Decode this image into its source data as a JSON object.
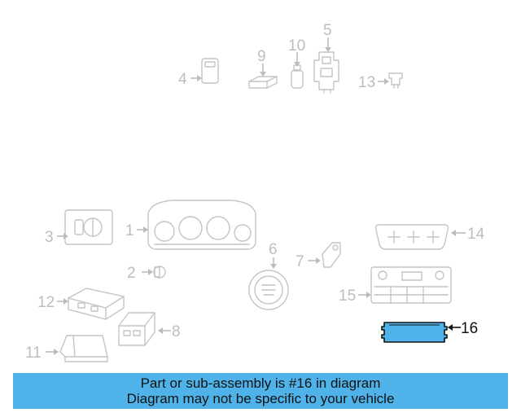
{
  "highlight_color": "#4fb3e9",
  "highlighted_part": "16",
  "callouts": [
    {
      "id": "p1",
      "label": "1"
    },
    {
      "id": "p2",
      "label": "2"
    },
    {
      "id": "p3",
      "label": "3"
    },
    {
      "id": "p4",
      "label": "4"
    },
    {
      "id": "p5",
      "label": "5"
    },
    {
      "id": "p6",
      "label": "6"
    },
    {
      "id": "p7",
      "label": "7"
    },
    {
      "id": "p8",
      "label": "8"
    },
    {
      "id": "p9",
      "label": "9"
    },
    {
      "id": "p10",
      "label": "10"
    },
    {
      "id": "p11",
      "label": "11"
    },
    {
      "id": "p12",
      "label": "12"
    },
    {
      "id": "p13",
      "label": "13"
    },
    {
      "id": "p14",
      "label": "14"
    },
    {
      "id": "p15",
      "label": "15"
    },
    {
      "id": "p16",
      "label": "16"
    }
  ],
  "banner": {
    "line1": "Part or sub-assembly is #16 in diagram",
    "line2": "Diagram may not be specific to your vehicle"
  }
}
